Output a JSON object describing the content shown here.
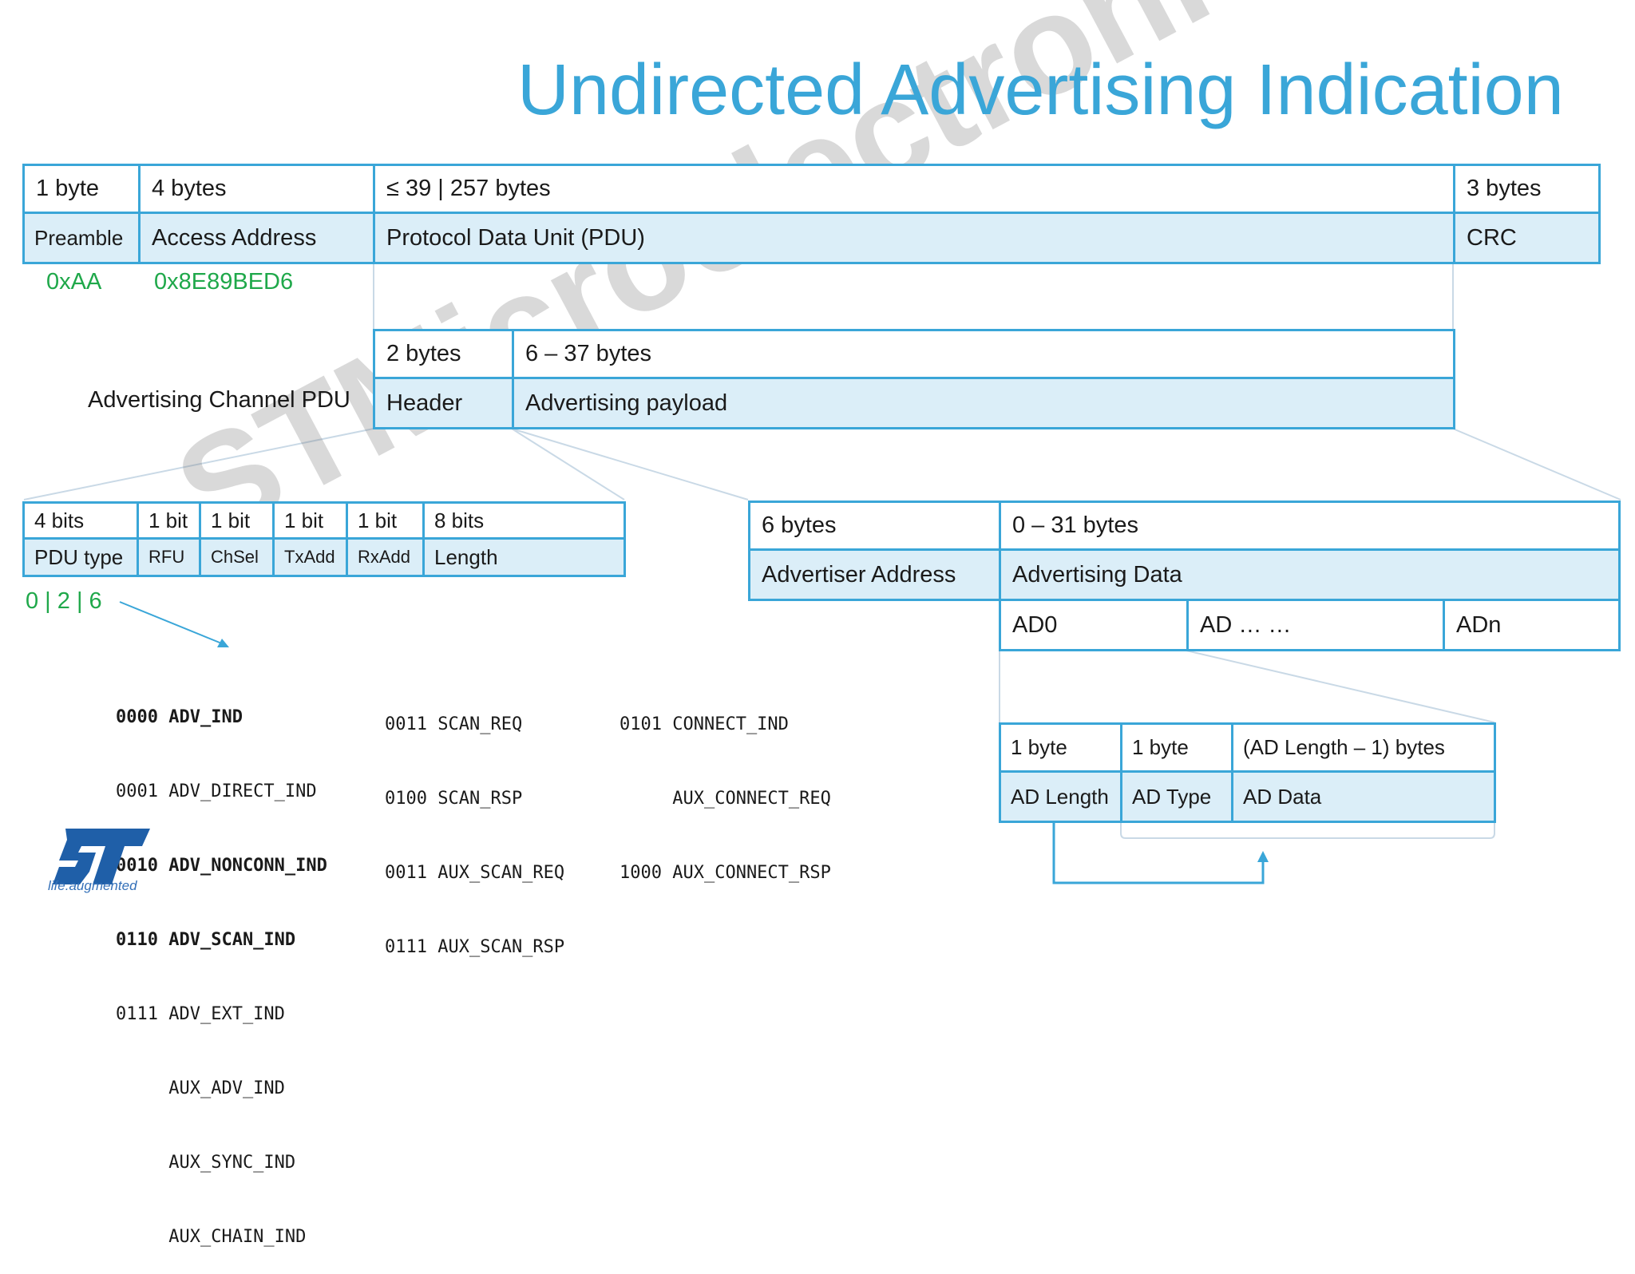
{
  "title": "Undirected Advertising Indication",
  "watermark": "STMicroelectronics",
  "packet": {
    "sizes": [
      "1 byte",
      "4 bytes",
      "≤ 39 | 257 bytes",
      "3 bytes"
    ],
    "fields": [
      "Preamble",
      "Access Address",
      "Protocol Data Unit (PDU)",
      "CRC"
    ],
    "values": [
      "0xAA",
      "0x8E89BED6"
    ]
  },
  "pdu": {
    "label": "Advertising Channel PDU",
    "sizes": [
      "2 bytes",
      "6 – 37 bytes"
    ],
    "fields": [
      "Header",
      "Advertising payload"
    ]
  },
  "header": {
    "sizes": [
      "4 bits",
      "1 bit",
      "1 bit",
      "1 bit",
      "1 bit",
      "8 bits"
    ],
    "fields": [
      "PDU type",
      "RFU",
      "ChSel",
      "TxAdd",
      "RxAdd",
      "Length"
    ],
    "pdu_type_value": "0 | 2 | 6"
  },
  "payload": {
    "sizes": [
      "6 bytes",
      "0 – 31 bytes"
    ],
    "fields": [
      "Advertiser Address",
      "Advertising Data"
    ],
    "ad_items": [
      "AD0",
      "AD … …",
      "ADn"
    ]
  },
  "ad_structure": {
    "sizes": [
      "1 byte",
      "1 byte",
      "(AD Length – 1) bytes"
    ],
    "fields": [
      "AD Length",
      "AD Type",
      "AD Data"
    ]
  },
  "pdu_types": {
    "col1": [
      {
        "text": "0000 ADV_IND",
        "bold": true
      },
      {
        "text": "0001 ADV_DIRECT_IND",
        "bold": false
      },
      {
        "text": "0010 ADV_NONCONN_IND",
        "bold": true
      },
      {
        "text": "0110 ADV_SCAN_IND",
        "bold": true
      },
      {
        "text": "0111 ADV_EXT_IND",
        "bold": false
      },
      {
        "text": "     AUX_ADV_IND",
        "bold": false
      },
      {
        "text": "     AUX_SYNC_IND",
        "bold": false
      },
      {
        "text": "     AUX_CHAIN_IND",
        "bold": false
      }
    ],
    "col2": [
      "0011 SCAN_REQ",
      "0100 SCAN_RSP",
      "0011 AUX_SCAN_REQ",
      "0111 AUX_SCAN_RSP"
    ],
    "col3": [
      "0101 CONNECT_IND",
      "     AUX_CONNECT_REQ",
      "1000 AUX_CONNECT_RSP"
    ]
  },
  "logo": {
    "tagline": "life.augmented"
  },
  "colors": {
    "accent": "#3aa6d8",
    "fill": "#dbeef8",
    "value_green": "#1fa84a",
    "logo_blue": "#1f5fa8"
  }
}
